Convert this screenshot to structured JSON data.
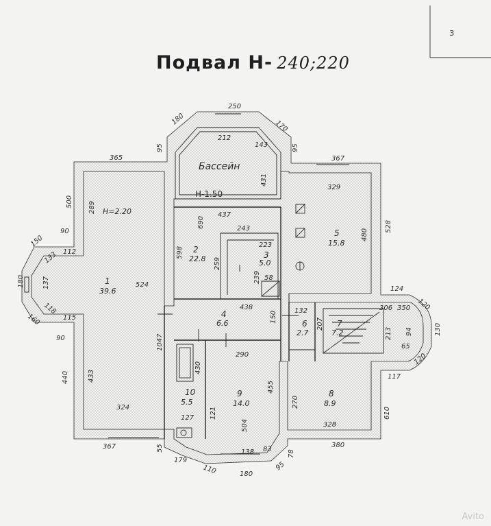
{
  "header": {
    "title": "Подвал Н-",
    "title_handwritten": "240;220",
    "corner_mark": "з"
  },
  "pool": {
    "label": "Бассейн",
    "depth": "Н-1.50"
  },
  "height_note": "Н=2.20",
  "rooms": [
    {
      "num": "1",
      "area": "39.6"
    },
    {
      "num": "2",
      "area": "22.8"
    },
    {
      "num": "3",
      "area": "5.0"
    },
    {
      "num": "4",
      "area": "6.6"
    },
    {
      "num": "5",
      "area": "15.8"
    },
    {
      "num": "6",
      "area": "2.7"
    },
    {
      "num": "7",
      "area": "7.2"
    },
    {
      "num": "8",
      "area": "8.9"
    },
    {
      "num": "9",
      "area": "14.0"
    },
    {
      "num": "10",
      "area": "5.5"
    }
  ],
  "dimensions": {
    "top_bay": "250",
    "bay_left_diag": "180",
    "bay_right_diag": "170",
    "pool_w": "212",
    "pool_diag": "143",
    "pool_h": "431",
    "left_wall_top": "365",
    "left_95": "95",
    "right_95": "95",
    "right_top": "367",
    "room1_w": "289",
    "room1_h": "524",
    "room1_ext": "500",
    "room1_lower": "433",
    "room1_left_lower": "440",
    "room1_bottom": "324",
    "bay_left_150": "150",
    "bay_left_90": "90",
    "bay_left_112": "112",
    "bay_left_133": "133",
    "bay_left_180": "180",
    "bay_left_137": "137",
    "bay_left_118": "118",
    "bay_left_115": "115",
    "bay_left_160": "160",
    "bay_left_90b": "90",
    "room2_w": "437",
    "room2_h": "690",
    "room2_598": "598",
    "room2_259": "259",
    "room3_243": "243",
    "room3_223": "223",
    "room3_239": "239",
    "room3_58": "58",
    "corr_438": "438",
    "corr_150": "150",
    "corr_1047": "1047",
    "room5_w": "329",
    "room5_h": "480",
    "room5_ext": "528",
    "stair_132": "132",
    "stair_207": "207",
    "stair_306": "306",
    "stair_350": "350",
    "stair_213": "213",
    "stair_65": "65",
    "stair_94": "94",
    "east_124": "124",
    "east_120a": "120",
    "east_130": "130",
    "east_120b": "120",
    "east_117": "117",
    "room8_270": "270",
    "room8_328": "328",
    "room8_610": "610",
    "room8_380": "380",
    "room9_w": "290",
    "room9_455": "455",
    "room9_121": "121",
    "room9_504": "504",
    "room9_138": "138",
    "room9_83": "83",
    "room10_430": "430",
    "room10_127": "127",
    "bottom_367": "367",
    "bottom_55": "55",
    "bottom_179": "179",
    "bottom_110": "110",
    "bottom_180": "180",
    "bottom_95": "95",
    "bottom_78": "78"
  },
  "watermark": "Avito"
}
